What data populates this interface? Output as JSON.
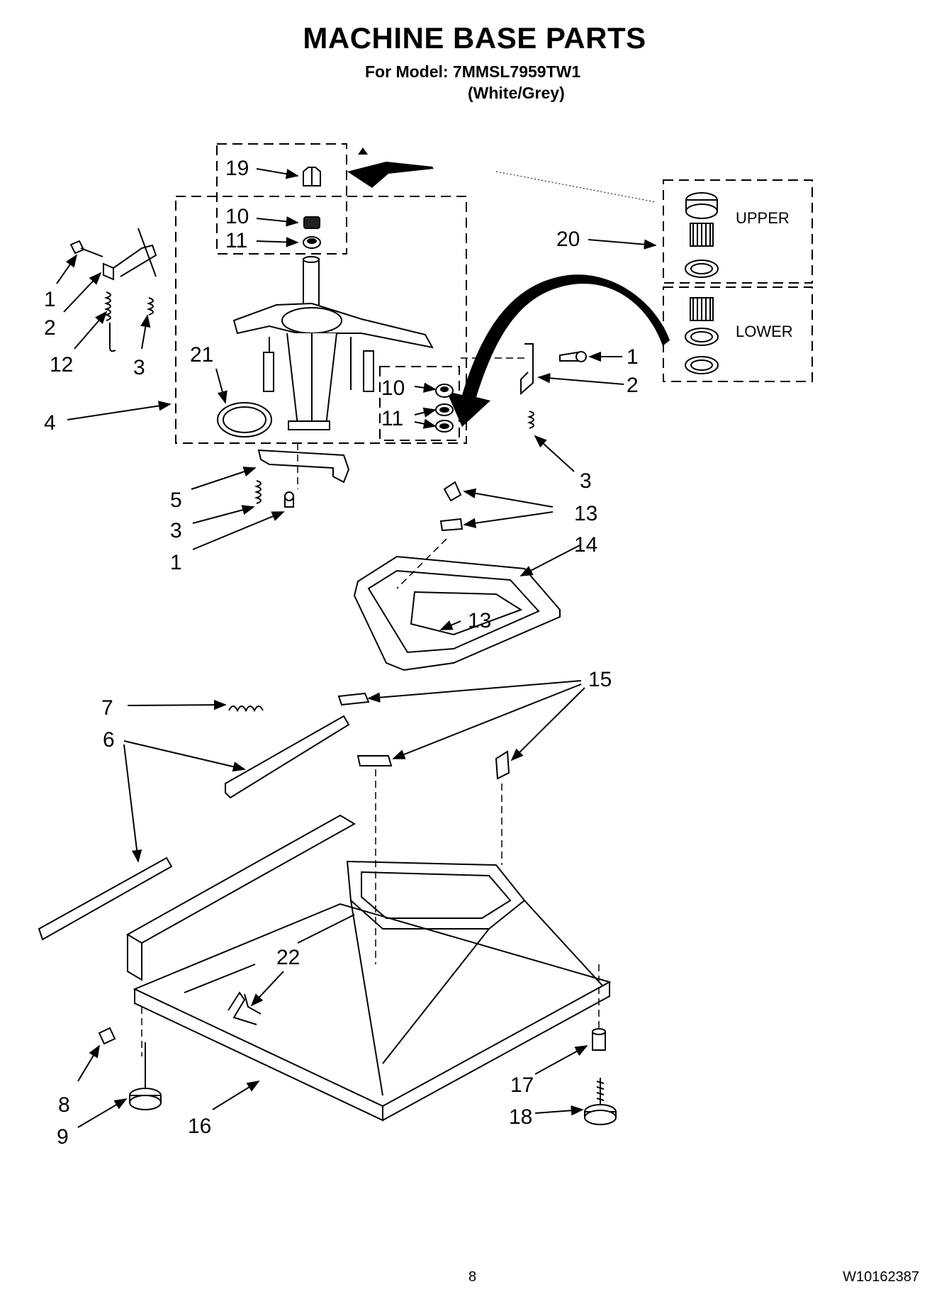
{
  "header": {
    "title": "MACHINE BASE PARTS",
    "model_line": "For Model: 7MMSL7959TW1",
    "color_line": "(White/Grey)"
  },
  "callouts": {
    "c1": "1",
    "c2": "2",
    "c3": "3",
    "c4": "4",
    "c5": "5",
    "c6": "6",
    "c7": "7",
    "c8": "8",
    "c9": "9",
    "c10": "10",
    "c11": "11",
    "c12": "12",
    "c13": "13",
    "c14": "14",
    "c15": "15",
    "c16": "16",
    "c17": "17",
    "c18": "18",
    "c19": "19",
    "c20": "20",
    "c21": "21",
    "c22": "22"
  },
  "bearing_labels": {
    "upper": "UPPER",
    "lower": "LOWER"
  },
  "footer": {
    "page_number": "8",
    "document_number": "W10162387"
  }
}
